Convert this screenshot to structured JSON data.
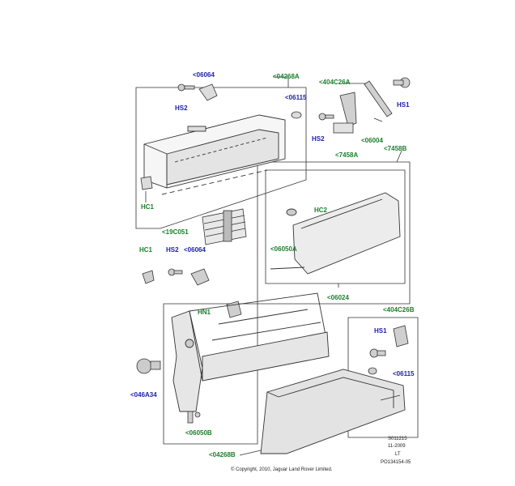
{
  "colors": {
    "label_green": "#1a7f2b",
    "label_blue": "#2020b0",
    "line": "#333333"
  },
  "labels": {
    "p06064_top": "<06064",
    "hs2_top": "HS2",
    "p04268a": "<04268A",
    "p06115_top": "<06115",
    "hc1_top": "HC1",
    "p19c051": "<19C051",
    "p404c26a": "<404C26A",
    "hs1_top": "HS1",
    "hs2_right": "HS2",
    "p06004": "<06004",
    "p7458a": "<7458A",
    "p7458b": "<7458B",
    "hc2": "HC2",
    "p06050a": "<06050A",
    "p06024": "<06024",
    "hc1_mid": "HC1",
    "hs2_mid": "HS2",
    "p06064_mid": "<06064",
    "hn1": "HN1",
    "p404c26b": "<404C26B",
    "hs1_mid": "HS1",
    "p06115_bot": "<06115",
    "p046a34": "<046A34",
    "p06050b": "<06050B",
    "p04268b": "<04268B"
  },
  "meta": {
    "code1": "S011215",
    "code2": "11-2009",
    "code3": "LT",
    "code4": "PO134154-05",
    "copyright": "© Copyright, 2010, Jaguar Land Rover Limited."
  }
}
